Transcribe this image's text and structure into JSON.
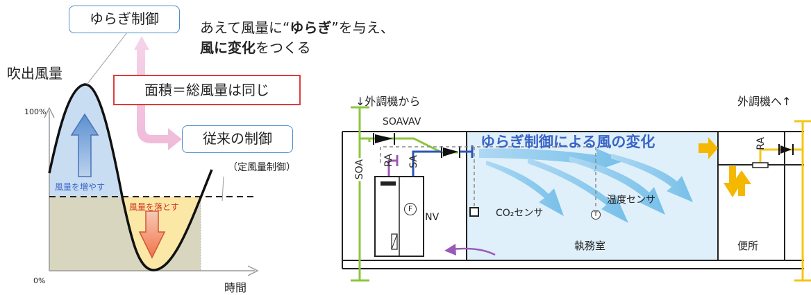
{
  "callouts": {
    "yuragi_control": "ゆらぎ制御",
    "conventional_control": "従来の制御",
    "conventional_note": "（定風量制御）",
    "area_equal": "面積＝総風量は同じ"
  },
  "description": {
    "part1": "あえて風量に“",
    "part1_bold": "ゆらぎ",
    "part1_end": "”を与え、",
    "part2_bold": "風に変化",
    "part2_end": "をつくる"
  },
  "chart_data": {
    "type": "line",
    "ylabel": "吹出風量",
    "xlabel": "時間",
    "y_ticks": [
      "100%",
      "0%"
    ],
    "annotations": [
      "風量を増やす",
      "風量を落とす"
    ]
  },
  "diagram": {
    "outdoor_from": "↓外調機から",
    "outdoor_to": "外調機へ↑",
    "soavav": "SOAVAV",
    "soa": "SOA",
    "ra_left": "RA",
    "sa": "SA",
    "inv": "INV",
    "fan": "F",
    "co2": "CO₂センサ",
    "temp_sensor": "温度センサ",
    "temp_mark": "T",
    "title": "ゆらぎ制御による風の変化",
    "office": "執務室",
    "toilet": "便所",
    "ra_right": "RA"
  },
  "colors": {
    "callout_border": "#4a8cc8",
    "red": "#e03b3b",
    "blue_title": "#3a64c6",
    "room_fill": "#dff0fa",
    "green_duct": "#8cc63f",
    "yellow_duct": "#f5c518",
    "purple": "#9b59b6"
  }
}
